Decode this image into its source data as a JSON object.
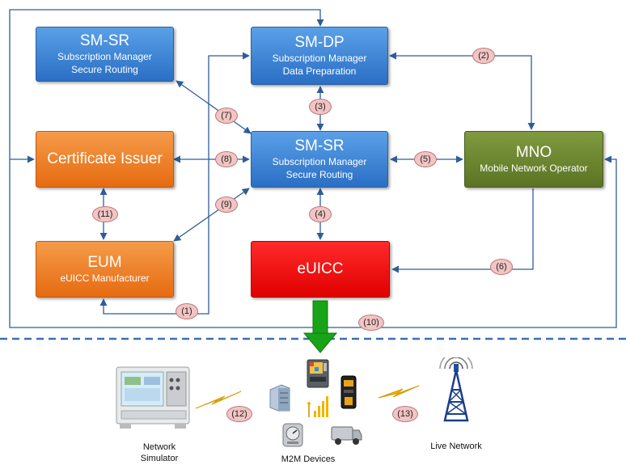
{
  "boxes": {
    "smsr_top": {
      "title": "SM-SR",
      "line1": "Subscription  Manager",
      "line2": "Secure Routing"
    },
    "smdp": {
      "title": "SM-DP",
      "line1": "Subscription  Manager",
      "line2": "Data Preparation"
    },
    "cert_issuer": {
      "title": "Certificate Issuer"
    },
    "smsr_center": {
      "title": "SM-SR",
      "line1": "Subscription  Manager",
      "line2": "Secure Routing"
    },
    "mno": {
      "title": "MNO",
      "line1": "Mobile  Network  Operator"
    },
    "eum": {
      "title": "EUM",
      "line1": "eUICC  Manufacturer"
    },
    "euicc": {
      "title": "eUICC"
    }
  },
  "badges": [
    "(1)",
    "(2)",
    "(3)",
    "(4)",
    "(5)",
    "(6)",
    "(7)",
    "(8)",
    "(9)",
    "(10)",
    "(11)",
    "(12)",
    "(13)"
  ],
  "captions": {
    "network_simulator": "Network\nSimulator",
    "m2m_devices": "M2M Devices",
    "live_network": "Live Network"
  },
  "colors": {
    "line": "#2e5d99",
    "dashed_separator": "#3b6fb6",
    "download_arrow": "#19a319",
    "signal": "#f2b400"
  },
  "icons": [
    "network-simulator-icon",
    "building-icon",
    "vending-machine-icon",
    "meter-icon",
    "atm-icon",
    "delivery-truck-icon",
    "antenna-icon",
    "cell-tower-icon"
  ]
}
